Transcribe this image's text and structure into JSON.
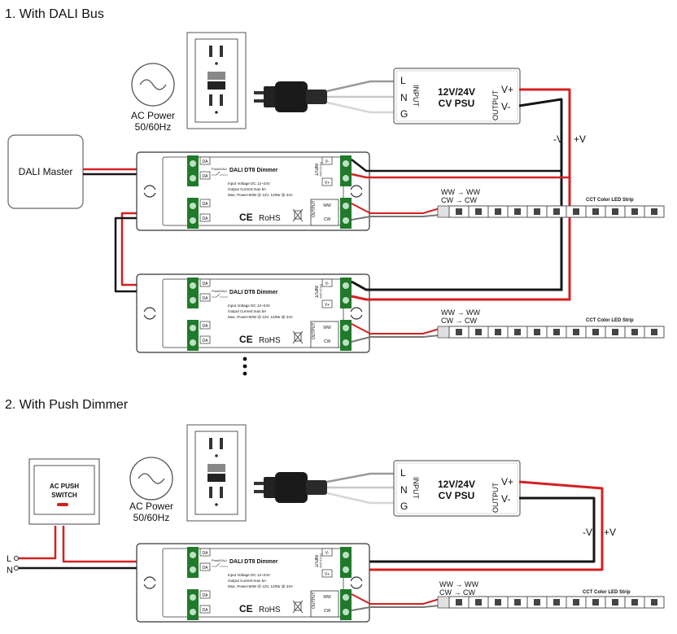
{
  "sections": [
    {
      "title": "1. With DALI Bus"
    },
    {
      "title": "2. With Push Dimmer"
    }
  ],
  "ac_power": {
    "line1": "AC Power",
    "line2": "50/60Hz"
  },
  "psu": {
    "title1": "12V/24V",
    "title2": "CV PSU",
    "input_label": "INPUT",
    "output_label": "OUTPUT",
    "terminals_in": [
      "L",
      "N",
      "G"
    ],
    "terminals_out": [
      "V+",
      "V-"
    ]
  },
  "dc_labels": {
    "minus": "-V",
    "plus": "+V"
  },
  "dali_master": {
    "label": "DALI Master"
  },
  "push_switch": {
    "line1": "AC PUSH",
    "line2": "SWITCH"
  },
  "mains_terminals": {
    "l": "L",
    "n": "N"
  },
  "dimmer": {
    "title": "DALI DT8 Dimmer",
    "push_dali": "Push/DALI",
    "terminal_da": "DA",
    "spec_lines": [
      "Input Voltage DC 12~24V",
      "Output Current:max 5A",
      "Max. Power:60W @ 12V, 120W @ 24V"
    ],
    "ce": "CE",
    "rohs": "RoHS",
    "input_label": "INPUT",
    "input_sub": "DC12-24V",
    "output_label": "OUTPUT",
    "vminus": "V-",
    "vplus": "V+",
    "ww": "WW",
    "cw": "CW"
  },
  "strip": {
    "ww_line": "WW → WW",
    "cw_line": "CW → CW",
    "label": "CCT Color LED Strip"
  },
  "ellipsis": "⋮"
}
